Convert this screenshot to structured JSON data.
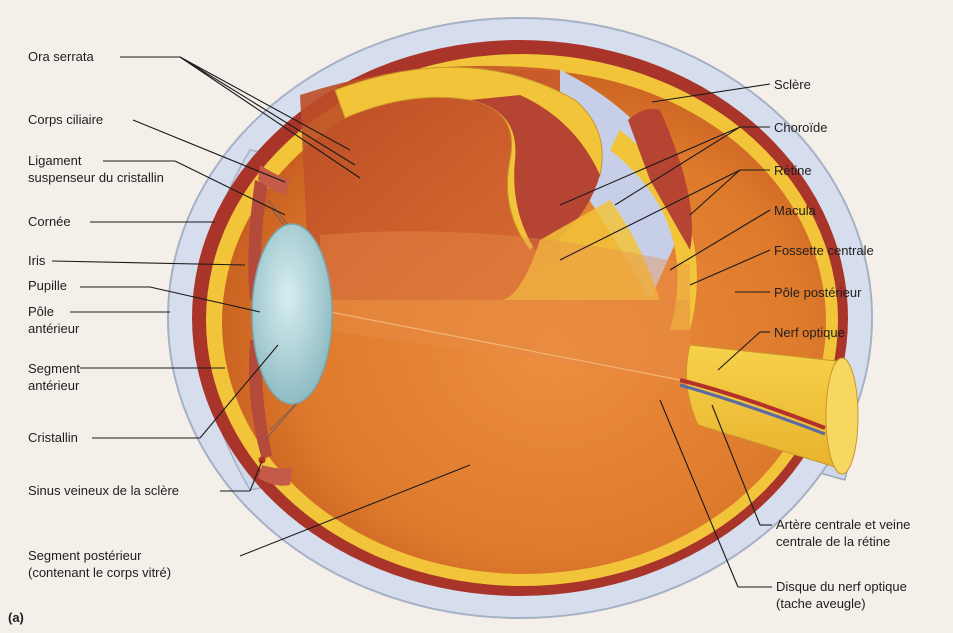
{
  "figure_tag": "(a)",
  "labels_left": {
    "ora_serrata": "Ora serrata",
    "corps_ciliaire": "Corps ciliaire",
    "ligament": "Ligament\nsuspenseur du cristallin",
    "cornee": "Cornée",
    "iris": "Iris",
    "pupille": "Pupille",
    "pole_anterieur": "Pôle\nantérieur",
    "segment_anterieur": "Segment\nantérieur",
    "cristallin": "Cristallin",
    "sinus": "Sinus veineux de la sclère",
    "segment_posterieur": "Segment postérieur\n(contenant le corps vitré)"
  },
  "labels_right": {
    "sclere": "Sclère",
    "choroide": "Choroïde",
    "retine": "Rétine",
    "macula": "Macula",
    "fossette": "Fossette centrale",
    "pole_posterieur": "Pôle postérieur",
    "nerf_optique": "Nerf optique",
    "artere": "Artère centrale et veine\ncentrale de la rétine",
    "disque": "Disque du nerf optique\n(tache aveugle)"
  },
  "colors": {
    "sclera": "#d4dcec",
    "vitreous": "#e07a2c",
    "choroid": "#a8342a",
    "retina": "#f2c43a",
    "lens": "#a9cfd4"
  }
}
